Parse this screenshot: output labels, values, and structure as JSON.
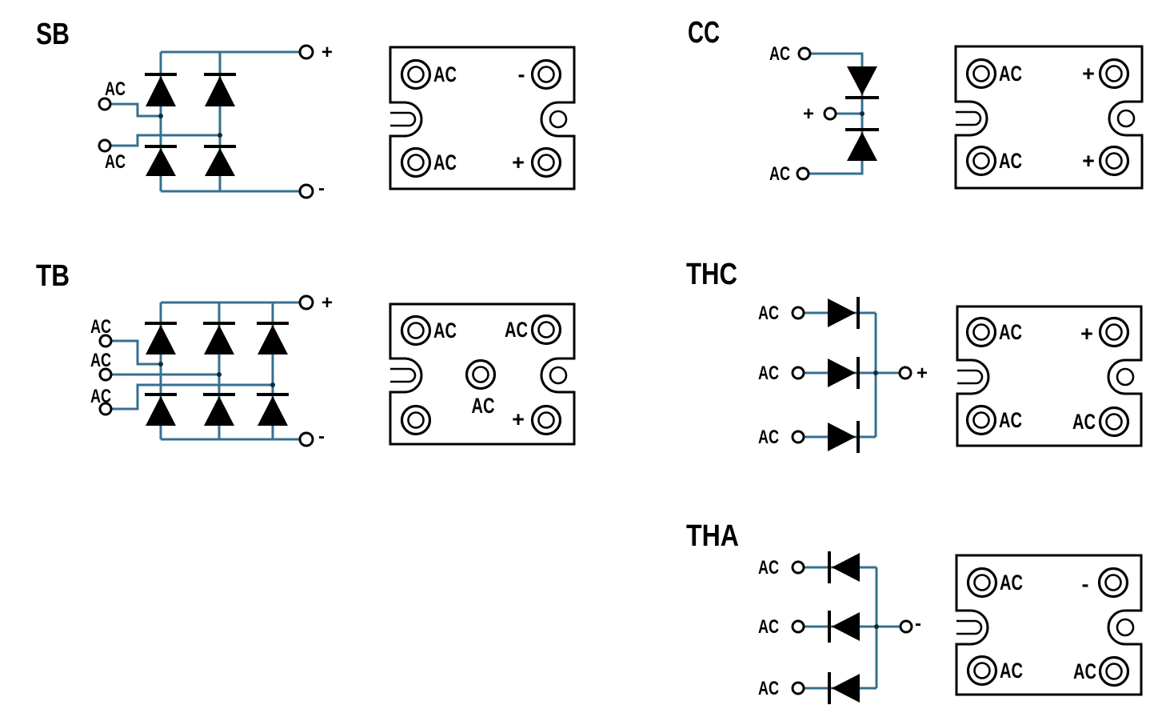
{
  "palette": {
    "wire": "#36708f",
    "ink": "#000000",
    "background": "#ffffff"
  },
  "sections": {
    "sb": {
      "title": "SB",
      "schematic": {
        "ac_top": "AC",
        "ac_bottom": "AC",
        "pos": "+",
        "neg": "-"
      },
      "package": {
        "top_left": "AC",
        "top_right": "-",
        "bottom_left": "AC",
        "bottom_right": "+"
      }
    },
    "cc": {
      "title": "CC",
      "schematic": {
        "ac_top": "AC",
        "pos": "+",
        "ac_bottom": "AC"
      },
      "package": {
        "top_left": "AC",
        "top_right": "+",
        "bottom_left": "AC",
        "bottom_right": "+"
      }
    },
    "tb": {
      "title": "TB",
      "schematic": {
        "ac1": "AC",
        "ac2": "AC",
        "ac3": "AC",
        "pos": "+",
        "neg": "-"
      },
      "package": {
        "top_left": "AC",
        "top_right": "AC",
        "center": "AC",
        "bottom_right": "+"
      }
    },
    "thc": {
      "title": "THC",
      "schematic": {
        "ac1": "AC",
        "ac2": "AC",
        "ac3": "AC",
        "pos": "+"
      },
      "package": {
        "top_left": "AC",
        "top_right": "+",
        "bottom_left": "AC",
        "bottom_right": "AC"
      }
    },
    "tha": {
      "title": "THA",
      "schematic": {
        "ac1": "AC",
        "ac2": "AC",
        "ac3": "AC",
        "neg": "-"
      },
      "package": {
        "top_left": "AC",
        "top_right": "-",
        "bottom_left": "AC",
        "bottom_right": "AC"
      }
    }
  }
}
